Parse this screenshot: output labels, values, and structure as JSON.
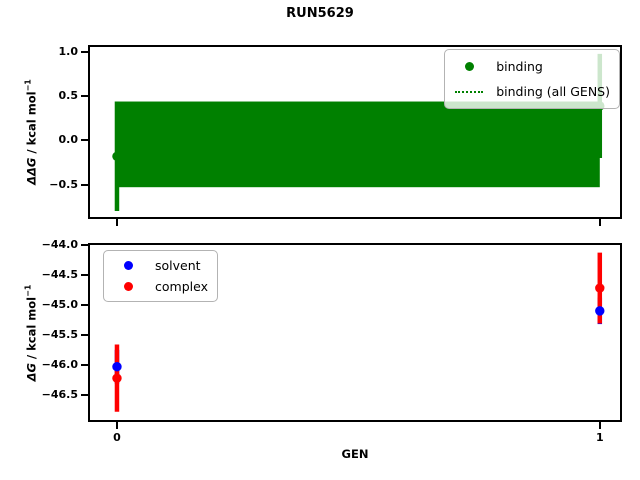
{
  "figure_title": "RUN5629",
  "xlabel": "GEN",
  "colors": {
    "binding": "#008000",
    "solvent": "#0000ff",
    "complex": "#ff0000",
    "frame": "#000000",
    "legend_border": "#b3b3b3"
  },
  "chart_data": [
    {
      "type": "scatter",
      "subplot": "top",
      "ylabel_prefix": "ΔΔG",
      "ylabel_rest": " / kcal mol",
      "ylabel_sup": "−1",
      "xlim": [
        -0.06,
        1.046
      ],
      "ylim": [
        -0.89,
        1.08
      ],
      "grid": false,
      "yticks": [
        {
          "v": 1.0,
          "t": "1.0"
        },
        {
          "v": 0.5,
          "t": "0.5"
        },
        {
          "v": 0.0,
          "t": "0.0"
        },
        {
          "v": -0.5,
          "t": "−0.5"
        }
      ],
      "xticks": [
        {
          "v": 0,
          "t": ""
        },
        {
          "v": 1,
          "t": ""
        }
      ],
      "band": {
        "label": "binding (all GENS)",
        "lo": -0.53,
        "hi": 0.44,
        "mean": -0.05,
        "color": "#008000",
        "line_style": "dotted"
      },
      "series": [
        {
          "name": "binding",
          "color": "#008000",
          "x": [
            0,
            1
          ],
          "y": [
            -0.18,
            0.39
          ],
          "yerr": [
            0.62,
            0.59
          ]
        }
      ],
      "legend": {
        "position": "upper-right",
        "entries": [
          {
            "label": "binding",
            "marker": "dot",
            "color": "#008000"
          },
          {
            "label": "binding (all GENS)",
            "marker": "dotted-line",
            "color": "#008000"
          }
        ]
      }
    },
    {
      "type": "scatter",
      "subplot": "bottom",
      "ylabel_prefix": "ΔG",
      "ylabel_rest": " / kcal mol",
      "ylabel_sup": "−1",
      "xlim": [
        -0.06,
        1.046
      ],
      "ylim": [
        -46.95,
        -43.97
      ],
      "grid": false,
      "yticks": [
        {
          "v": -44.0,
          "t": "−44.0"
        },
        {
          "v": -44.5,
          "t": "−44.5"
        },
        {
          "v": -45.0,
          "t": "−45.0"
        },
        {
          "v": -45.5,
          "t": "−45.5"
        },
        {
          "v": -46.0,
          "t": "−46.0"
        },
        {
          "v": -46.5,
          "t": "−46.5"
        }
      ],
      "xticks": [
        {
          "v": 0,
          "t": "0"
        },
        {
          "v": 1,
          "t": "1"
        }
      ],
      "series": [
        {
          "name": "solvent",
          "color": "#0000ff",
          "x": [
            0,
            1
          ],
          "y": [
            -46.03,
            -45.1
          ],
          "yerr": [
            0.28,
            0.22
          ]
        },
        {
          "name": "complex",
          "color": "#ff0000",
          "x": [
            0,
            1
          ],
          "y": [
            -46.22,
            -44.72
          ],
          "yerr": [
            0.56,
            0.59
          ]
        }
      ],
      "legend": {
        "position": "upper-left",
        "entries": [
          {
            "label": "solvent",
            "marker": "dot",
            "color": "#0000ff"
          },
          {
            "label": "complex",
            "marker": "dot",
            "color": "#ff0000"
          }
        ]
      }
    }
  ]
}
